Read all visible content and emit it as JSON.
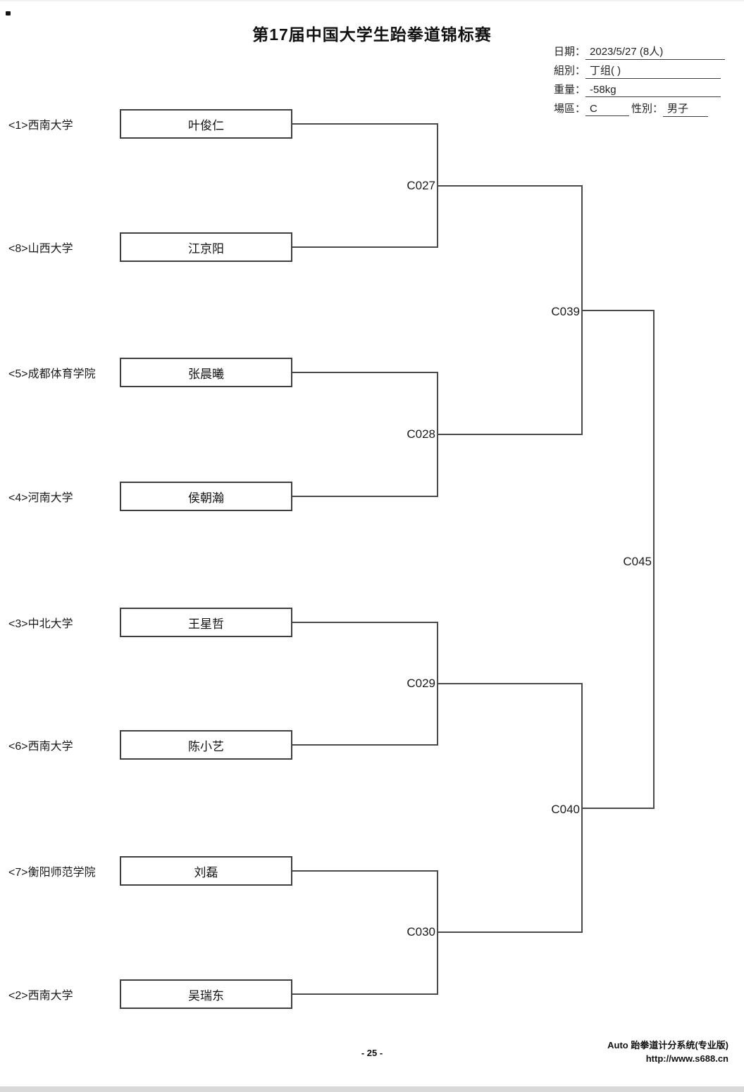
{
  "page": {
    "title": "第17届中国大学生跆拳道锦标赛",
    "page_number": "- 25 -",
    "footer_system": "Auto 跆拳道计分系统(专业版)",
    "footer_url": "http://www.s688.cn"
  },
  "header_fields": {
    "date_label": "日期：",
    "date_value": "2023/5/27  (8人)",
    "group_label": "組別：",
    "group_value": "丁组(  )",
    "weight_label": "重量：",
    "weight_value": "-58kg",
    "area_label": "場區：",
    "area_value": "C",
    "gender_label": "性別：",
    "gender_value": "男子"
  },
  "bracket": {
    "players": [
      {
        "seed": "<1>西南大学",
        "name": "叶俊仁"
      },
      {
        "seed": "<8>山西大学",
        "name": "江京阳"
      },
      {
        "seed": "<5>成都体育学院",
        "name": "张晨曦"
      },
      {
        "seed": "<4>河南大学",
        "name": "侯朝瀚"
      },
      {
        "seed": "<3>中北大学",
        "name": "王星哲"
      },
      {
        "seed": "<6>西南大学",
        "name": "陈小艺"
      },
      {
        "seed": "<7>衡阳师范学院",
        "name": "刘磊"
      },
      {
        "seed": "<2>西南大学",
        "name": "吴瑞东"
      }
    ],
    "matches": {
      "qf1": "C027",
      "qf2": "C028",
      "qf3": "C029",
      "qf4": "C030",
      "sf1": "C039",
      "sf2": "C040",
      "final": "C045"
    }
  },
  "colors": {
    "line": "#4a4a4a",
    "text": "#111111",
    "bottom_strip": "#d9d9d9"
  }
}
